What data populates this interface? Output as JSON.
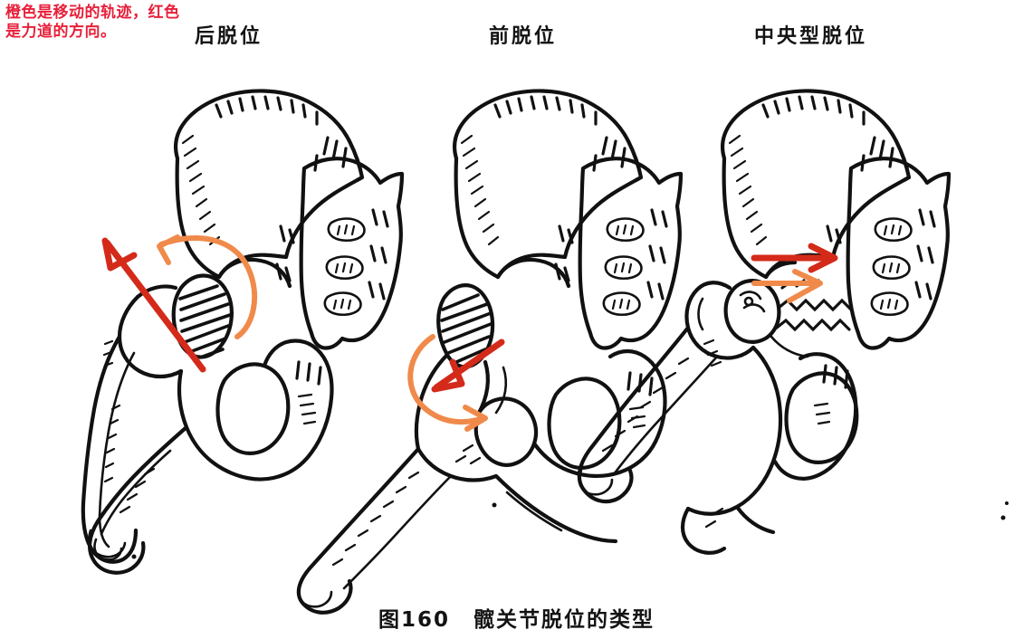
{
  "legend": {
    "text": "橙色是移动的轨迹，红色是力道的方向。",
    "color": "#e8203a"
  },
  "headings": {
    "posterior": "后脱位",
    "anterior": "前脱位",
    "central": "中央型脱位"
  },
  "caption": {
    "figure_number": "图160",
    "title": "髋关节脱位的类型"
  },
  "colors": {
    "force_red": "#d42a1a",
    "trajectory_orange": "#f08a4b",
    "ink_black": "#111111",
    "note_red": "#e8203a",
    "background": "#ffffff"
  },
  "panels": [
    {
      "id": "posterior",
      "label": "后脱位",
      "force_arrow": {
        "color": "#d42a1a",
        "direction": "up-left",
        "meaning": "力道的方向"
      },
      "trajectory_arrow": {
        "color": "#f08a4b",
        "direction": "curved-up-over-to-left",
        "meaning": "移动的轨迹"
      }
    },
    {
      "id": "anterior",
      "label": "前脱位",
      "force_arrow": {
        "color": "#d42a1a",
        "direction": "down-left",
        "meaning": "力道的方向"
      },
      "trajectory_arrow": {
        "color": "#f08a4b",
        "direction": "curved-down-to-right",
        "meaning": "移动的轨迹"
      }
    },
    {
      "id": "central",
      "label": "中央型脱位",
      "force_arrow": {
        "color": "#d42a1a",
        "direction": "right",
        "meaning": "力道的方向"
      },
      "trajectory_arrow": {
        "color": "#f08a4b",
        "direction": "right",
        "meaning": "移动的轨迹"
      }
    }
  ]
}
